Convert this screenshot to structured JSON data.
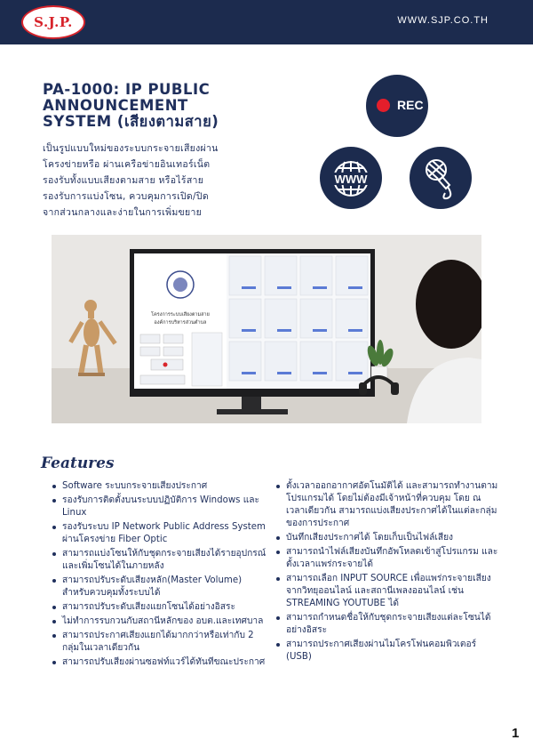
{
  "header": {
    "logo_text": "S.J.P.",
    "site_url": "WWW.SJP.CO.TH"
  },
  "title": "PA-1000: IP  PUBLIC\nANNOUNCEMENT\nSYSTEM (เสียงตามสาย)",
  "intro": "เป็นรูปแบบใหม่ของระบบกระจายเสียงผ่าน\nโครงข่ายหรือ ผ่านเครือข่ายอินเทอร์เน็ต\nรองรับทั้งแบบเสียงตามสาย หรือไร้สาย\nรองรับการแบ่งโซน, ควบคุมการเปิด/ปิด\nจากส่วนกลางและง่ายในการเพิ่มขยาย",
  "icons": {
    "rec_label": "REC",
    "www_label": "WWW"
  },
  "photo": {
    "screen_heading_line1": "โครงการระบบเสียงตามสาย",
    "screen_heading_line2": "องค์การบริหารส่วนตำบล"
  },
  "features": {
    "heading": "Features",
    "left": [
      "Software ระบบกระจายเสียงประกาศ",
      "รองรับการติดตั้งบนระบบปฏิบัติการ Windows และ Linux",
      "รองรับระบบ IP Network Public Address System ผ่านโครงข่าย Fiber Optic",
      "สามารถแบ่งโซนให้กับชุดกระจายเสียงได้รายอุปกรณ์ และเพิ่มโซนได้ในภายหลัง",
      "สามารถปรับระดับเสียงหลัก(Master Volume) สำหรับควบคุมทั้งระบบได้",
      "สามารถปรับระดับเสียงแยกโซนได้อย่างอิสระ",
      "ไม่ทำการรบกวนกับสถานีหลักของ อบต.และเทศบาล",
      "สามารถประกาศเสียงแยกได้มากกว่าหรือเท่ากับ 2 กลุ่มในเวลาเดียวกัน",
      "สามารถปรับเสียงผ่านซอฟท์แวร์ได้ทันทีขณะประกาศ"
    ],
    "right": [
      "ตั้งเวลาออกอากาศอัตโนมัติได้ และสามารถทำงานตามโปรแกรมได้ โดยไม่ต้องมีเจ้าหน้าที่ควบคุม โดย ณ เวลาเดียวกัน สามารถแบ่งเสียงประกาศได้ในแต่ละกลุ่มของการประกาศ",
      "บันทึกเสียงประกาศได้ โดยเก็บเป็นไฟล์เสียง",
      "สามารถนำไฟล์เสียงบันทึกอัพโหลดเข้าสู่โปรแกรม และตั้งเวลาแพร่กระจายได้",
      "สามารถเลือก INPUT SOURCE เพื่อแพร่กระจายเสียง จากวิทยุออนไลน์ และสถานีเพลงออนไลน์ เช่น STREAMING YOUTUBE ได้",
      "สามารถกำหนดชื่อให้กับชุดกระจายเสียงแต่ละโซนได้อย่างอิสระ",
      "สามารถประกาศเสียงผ่านไมโครโฟนคอมพิวเตอร์ (USB)"
    ]
  },
  "page_number": "1",
  "colors": {
    "navy": "#1c2b4e",
    "red": "#e41e2b",
    "text": "#1f2f5c"
  }
}
